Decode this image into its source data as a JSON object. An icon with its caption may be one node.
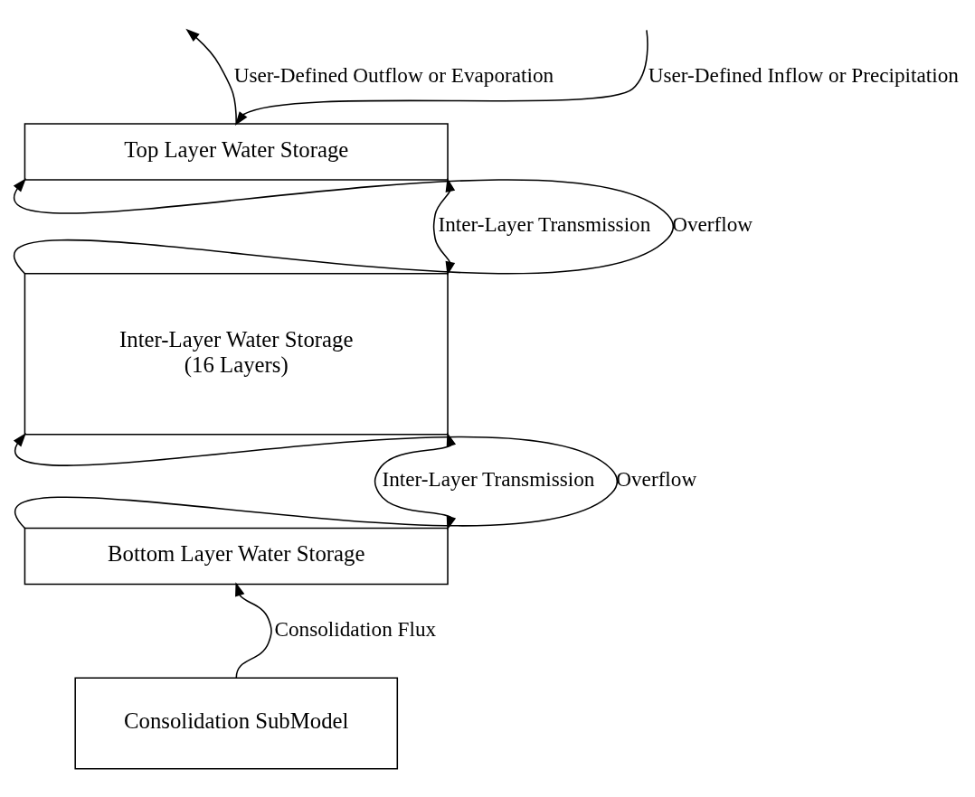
{
  "diagram": {
    "nodes": [
      {
        "text": [
          "Top Layer Water Storage"
        ]
      },
      {
        "text": [
          "Inter-Layer Water Storage",
          "(16 Layers)"
        ]
      },
      {
        "text": [
          "Bottom Layer Water Storage"
        ]
      },
      {
        "text": [
          "Consolidation SubModel"
        ]
      }
    ],
    "edges": [
      {
        "from": null,
        "to": 0,
        "arrow": "to",
        "label": "User-Defined Inflow or Precipitation"
      },
      {
        "from": 0,
        "to": null,
        "arrow": "to",
        "label": "User-Defined Outflow or Evaporation"
      },
      {
        "from": 1,
        "to": 0,
        "arrow": "to",
        "label": "Overflow"
      },
      {
        "from": 0,
        "to": 1,
        "arrow": "both",
        "label": "Inter-Layer Transmission"
      },
      {
        "from": 2,
        "to": 1,
        "arrow": "to",
        "label": "Overflow"
      },
      {
        "from": 1,
        "to": 2,
        "arrow": "both",
        "label": "Inter-Layer Transmission"
      },
      {
        "from": 3,
        "to": 2,
        "arrow": "to",
        "label": "Consolidation Flux"
      }
    ]
  }
}
